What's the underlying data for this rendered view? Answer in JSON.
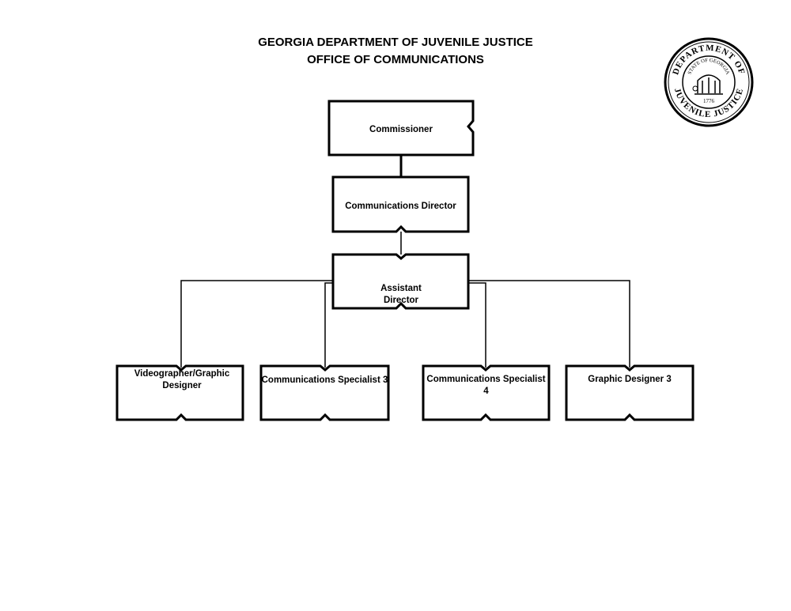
{
  "header": {
    "title_line1": "GEORGIA DEPARTMENT OF JUVENILE JUSTICE",
    "title_line2": "OFFICE OF COMMUNICATIONS"
  },
  "seal": {
    "outer_text_top": "DEPARTMENT OF",
    "outer_text_bottom": "JUVENILE JUSTICE",
    "inner_text": "STATE OF GEORGIA",
    "year": "1776"
  },
  "org": {
    "commissioner": "Commissioner",
    "director": "Communications Director",
    "assistant_director": "Assistant Director",
    "staff": [
      "Videographer/Graphic Designer",
      "Communications Specialist 3",
      "Communications Specialist 4",
      "Graphic Designer 3"
    ]
  },
  "colors": {
    "line": "#000000",
    "background": "#ffffff"
  }
}
